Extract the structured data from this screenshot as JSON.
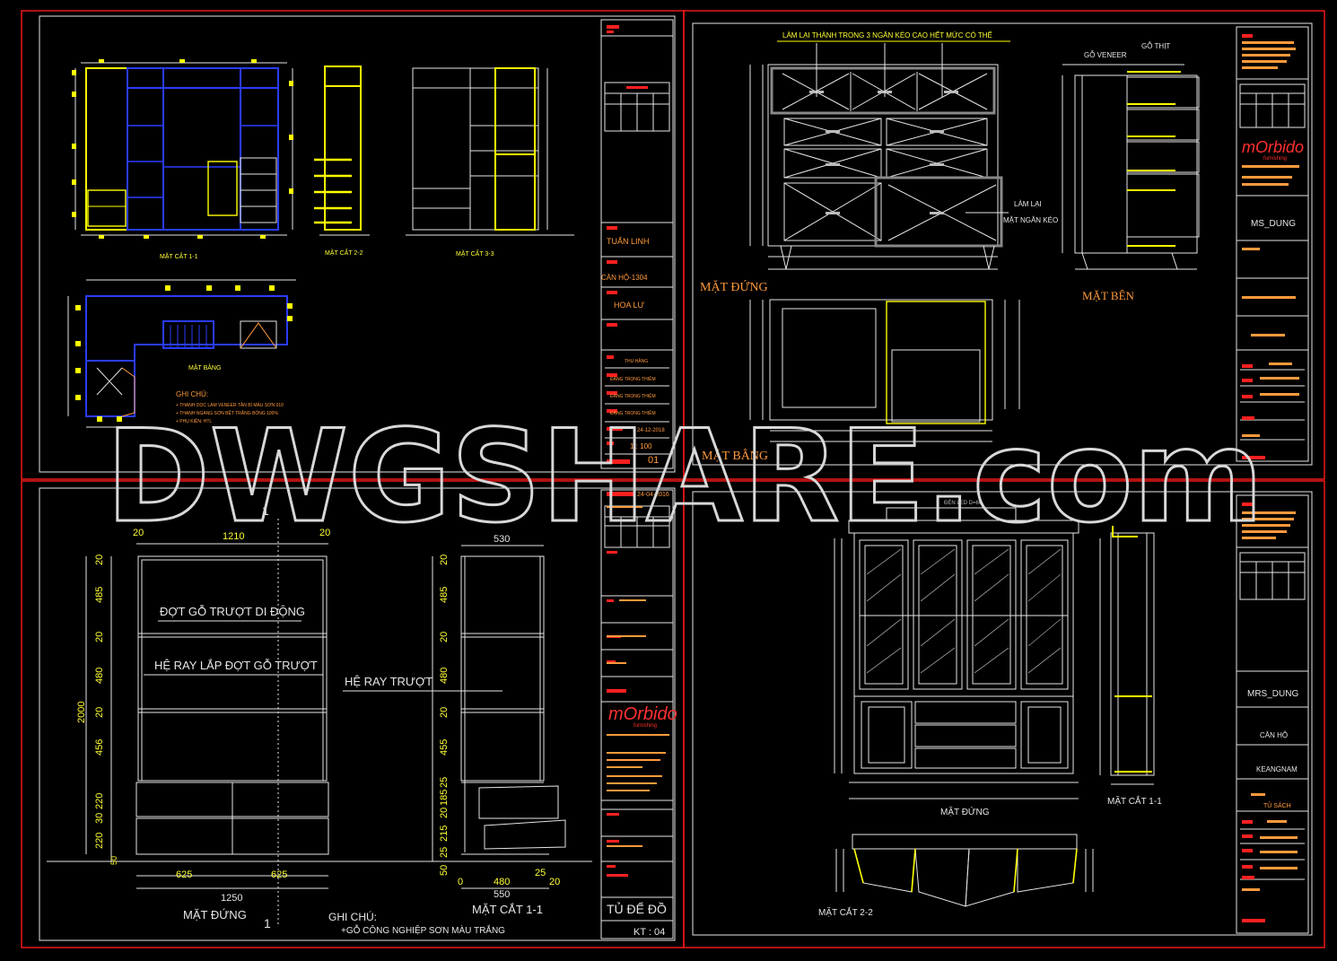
{
  "watermark": "DWGSHARE.com",
  "colors": {
    "frame": "#ff1a1a",
    "line": "#e6e6e6",
    "yellow": "#ffff00",
    "blue": "#2a3cff",
    "orange": "#ff9a3c",
    "red": "#ff2020"
  },
  "sheet1": {
    "labels": {
      "section11": "MẶT CẮT 1-1",
      "section22": "MẶT CẮT 2-2",
      "section33": "MẶT CẮT 3-3",
      "plan": "MẶT BẰNG"
    },
    "notes_title": "GHI CHÚ:",
    "notes": [
      "+ THANH DỌC LÀM VENEER TẦN BÌ MÀU SƠN 010",
      "+ THANH NGANG SƠN BỆT TRẮNG BÓNG 100%",
      "+ PHỤ KIỆN: HTL"
    ],
    "title_block": {
      "client": "TUẤN LINH",
      "apartment": "CĂN HỘ-1304",
      "project": "HOA LƯ",
      "designer": "THU HẰNG",
      "checker1": "ĐẶNG TRỌNG THIÊM",
      "checker2": "ĐẶNG TRỌNG THIÊM",
      "checker3": "ĐẶNG TRỌNG THIÊM",
      "date": "24-12-2018",
      "scale": "1 : 100",
      "sheet_no": "01"
    }
  },
  "sheet2": {
    "top_note": "LÀM LẠI THÀNH TRONG 3 NGĂN KÉO CAO HẾT MỨC CÓ THỂ",
    "redo_note_line1": "LÀM LẠI",
    "redo_note_line2": "MẶT NGĂN KÉO",
    "veneer": "GỖ VENEER",
    "solid_wood": "GỖ THỊT",
    "elevation": "MẶT ĐỨNG",
    "side": "MẶT BÊN",
    "plan": "MẶT BẰNG",
    "client": "MS_DUNG"
  },
  "sheet3": {
    "dims_top": [
      "20",
      "1210",
      "20"
    ],
    "dims_left": [
      "20",
      "485",
      "20",
      "480",
      "20",
      "456",
      "220",
      "30",
      "220",
      "50"
    ],
    "overall_height": "2000",
    "dims_bottom": [
      "625",
      "625"
    ],
    "overall_width": "1250",
    "label_shelf": "ĐỢT GỖ TRƯỢT DI ĐỘNG",
    "label_rail": "HỆ RAY LẮP ĐỢT GỖ TRƯỢT",
    "label_rail2": "HỆ RAY TRƯỢT",
    "side_width": "530",
    "side_dims": [
      "20",
      "485",
      "20",
      "480",
      "20",
      "455",
      "25",
      "185",
      "20",
      "215",
      "25",
      "50"
    ],
    "side_bottom": [
      "480",
      "20"
    ],
    "side_bottom2": [
      "0",
      "25",
      "20"
    ],
    "side_overall": "550",
    "elevation": "MẶT ĐỨNG",
    "section": "MẶT CẮT 1-1",
    "section_mark": "1",
    "notes_title": "GHI CHÚ:",
    "note": "+GỖ CÔNG NGHIỆP SƠN MÀU TRẮNG",
    "date": "24-04-2016",
    "logo": "mOrbido",
    "logo_sub": "furnishing",
    "sheet_title": "TỦ ĐỂ ĐỒ",
    "sheet_no": "KT : 04"
  },
  "sheet4": {
    "led_note": "ĐÈN LED D=60",
    "elevation": "MẶT ĐỨNG",
    "section11": "MẶT CẮT 1-1",
    "section22": "MẶT CẮT 2-2",
    "client": "MRS_DUNG",
    "apartment": "CĂN HỘ",
    "project": "KEANGNAM",
    "title": "TỦ SÁCH"
  },
  "shared": {
    "logo": "mOrbido",
    "logo_sub": "furnishing"
  }
}
